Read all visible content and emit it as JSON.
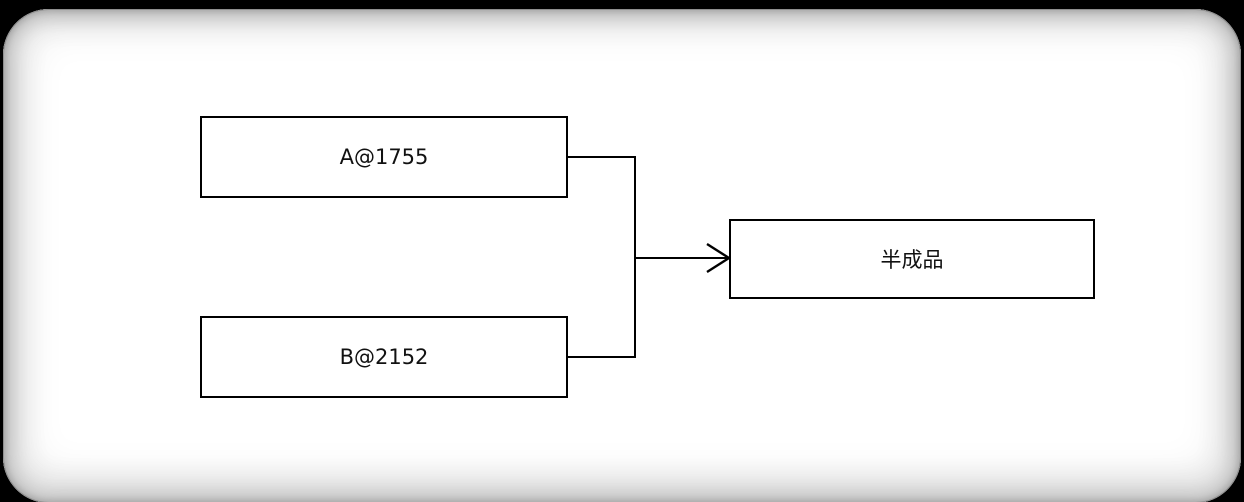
{
  "canvas": {
    "background_color": "#000000",
    "panel_color": "#ffffff",
    "ring_color": "#c6c6c6"
  },
  "diagram": {
    "type": "flowchart",
    "stroke_color": "#000000",
    "nodes": [
      {
        "id": "A",
        "label": "A@1755"
      },
      {
        "id": "B",
        "label": "B@2152"
      },
      {
        "id": "output",
        "label": "半成品"
      }
    ],
    "edges": [
      {
        "from": "A@1755",
        "to": "半成品",
        "style": "elbow",
        "arrow": "open"
      },
      {
        "from": "B@2152",
        "to": "半成品",
        "style": "elbow",
        "arrow": "open"
      }
    ]
  }
}
